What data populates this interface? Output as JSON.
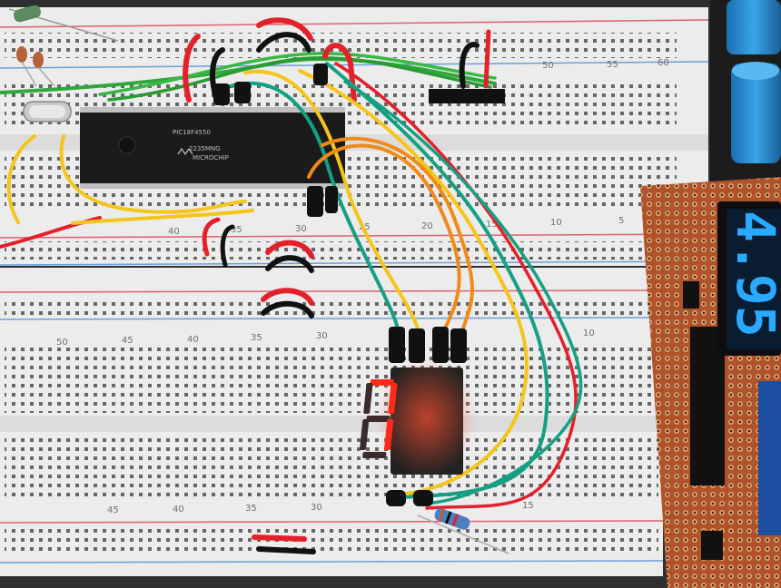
{
  "chip": {
    "label_line1": "PIC18F4550",
    "label_line2": "2235MNG",
    "label_line3": "MICROCHIP"
  },
  "breadboard_numbers": {
    "upper_top": [
      "50",
      "55",
      "60"
    ],
    "upper_bottom": [
      "40",
      "35",
      "30",
      "25",
      "20",
      "15",
      "10",
      "5"
    ],
    "lower_top": [
      "30",
      "35",
      "40",
      "45",
      "50",
      "10"
    ],
    "lower_bottom": [
      "30",
      "35",
      "40",
      "45",
      "15"
    ]
  },
  "seven_segment_digit": "7",
  "voltmeter": {
    "reading": "4.95",
    "color": "#29a9ff"
  },
  "colors": {
    "breadboard": "#ececec",
    "rail_red": "#e06070",
    "rail_blue": "#6aa0d8",
    "segment_on": "#ff2a1a",
    "pcb": "#b0522a"
  }
}
